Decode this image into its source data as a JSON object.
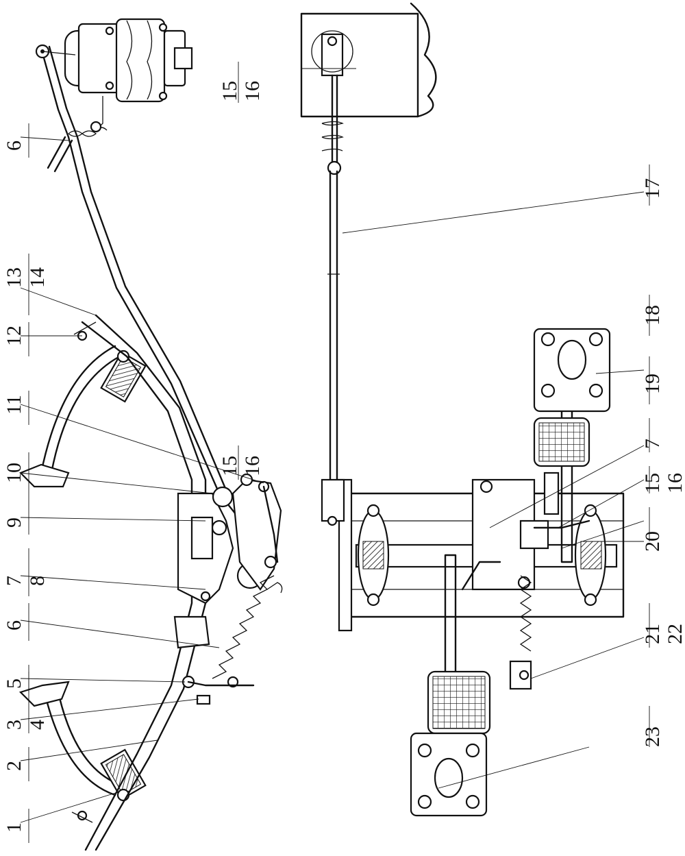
{
  "figure": {
    "labels": [
      "1",
      "2",
      "3",
      "4",
      "5",
      "6",
      "7",
      "8",
      "9",
      "10",
      "11",
      "12",
      "13",
      "14",
      "15",
      "16",
      "17",
      "18",
      "19",
      "20",
      "21",
      "22",
      "23"
    ],
    "left_view": {
      "part_1": "1",
      "part_2": "2",
      "part_3": "3",
      "part_4": "4",
      "part_5": "5",
      "part_6_lower": "6",
      "part_7": "7",
      "part_8": "8",
      "part_9": "9",
      "part_10": "10",
      "part_11": "11",
      "part_12": "12",
      "part_13": "13",
      "part_14": "14",
      "part_15": "15",
      "part_16": "16",
      "part_6_upper": "6"
    },
    "right_view": {
      "part_15_top": "15",
      "part_16_top": "16",
      "part_17": "17",
      "part_18": "18",
      "part_19": "19",
      "part_7": "7",
      "part_15": "15",
      "part_16": "16",
      "part_20": "20",
      "part_21": "21",
      "part_22": "22",
      "part_23": "23"
    }
  }
}
